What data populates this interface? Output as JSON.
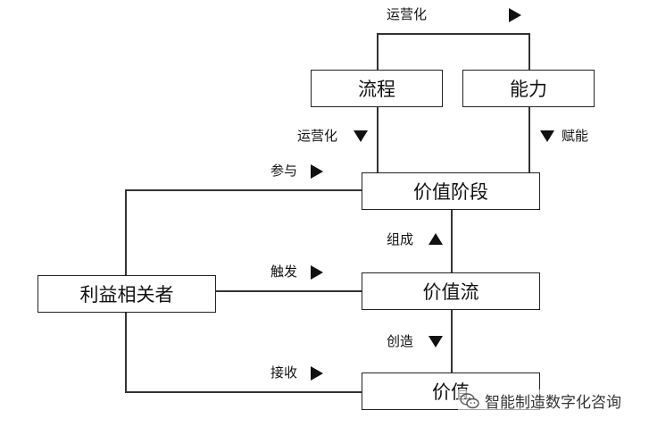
{
  "nodes": {
    "process": "流程",
    "capability": "能力",
    "value_stage": "价值阶段",
    "value_stream": "价值流",
    "value": "价值",
    "stakeholders": "利益相关者"
  },
  "edges": {
    "operationalize_top": "运营化",
    "operationalize": "运营化",
    "empower": "赋能",
    "participate": "参与",
    "compose": "组成",
    "trigger": "触发",
    "create": "创造",
    "receive": "接收"
  },
  "watermark": {
    "text": "智能制造数字化咨询",
    "icon": "wechat-icon"
  }
}
